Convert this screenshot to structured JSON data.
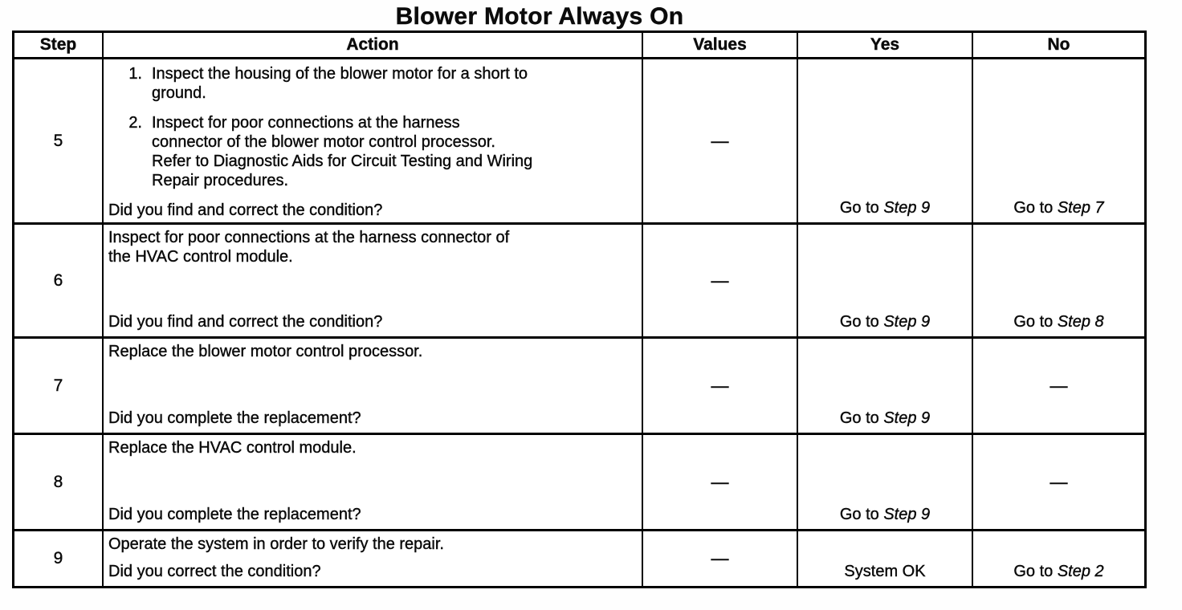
{
  "title": "Blower Motor Always On",
  "table": {
    "headers": [
      "Step",
      "Action",
      "Values",
      "Yes",
      "No"
    ],
    "rows": [
      {
        "step": "5",
        "list": [
          {
            "num": "1.",
            "lines": [
              "Inspect the housing of the blower motor for a short to",
              "ground."
            ]
          },
          {
            "num": "2.",
            "lines": [
              "Inspect for poor connections at the harness",
              "connector of the blower motor control processor.",
              "Refer to Diagnostic Aids for Circuit Testing and Wiring",
              "Repair procedures."
            ]
          }
        ],
        "question": "Did you find and correct the condition?",
        "values": "—",
        "yes": {
          "prefix": "Go to ",
          "ref": "Step 9"
        },
        "no": {
          "prefix": "Go to ",
          "ref": "Step 7"
        }
      },
      {
        "step": "6",
        "lines": [
          "Inspect for poor connections at the harness connector of",
          "the HVAC control module."
        ],
        "question": "Did you find and correct the condition?",
        "values": "—",
        "yes": {
          "prefix": "Go to ",
          "ref": "Step 9"
        },
        "no": {
          "prefix": "Go to ",
          "ref": "Step 8"
        }
      },
      {
        "step": "7",
        "lines": [
          "Replace the blower motor control processor."
        ],
        "question": "Did you complete the replacement?",
        "values": "—",
        "yes": {
          "prefix": "Go to ",
          "ref": "Step 9"
        },
        "no": {
          "dash": "—"
        }
      },
      {
        "step": "8",
        "lines": [
          "Replace the HVAC control module."
        ],
        "question": "Did you complete the replacement?",
        "values": "—",
        "yes": {
          "prefix": "Go to ",
          "ref": "Step 9"
        },
        "no": {
          "dash": "—"
        }
      },
      {
        "step": "9",
        "lines": [
          "Operate the system in order to verify the repair."
        ],
        "question": "Did you correct the condition?",
        "values": "—",
        "yes": {
          "prefix": "System OK",
          "ref": ""
        },
        "no": {
          "prefix": "Go to ",
          "ref": "Step 2"
        }
      }
    ]
  }
}
